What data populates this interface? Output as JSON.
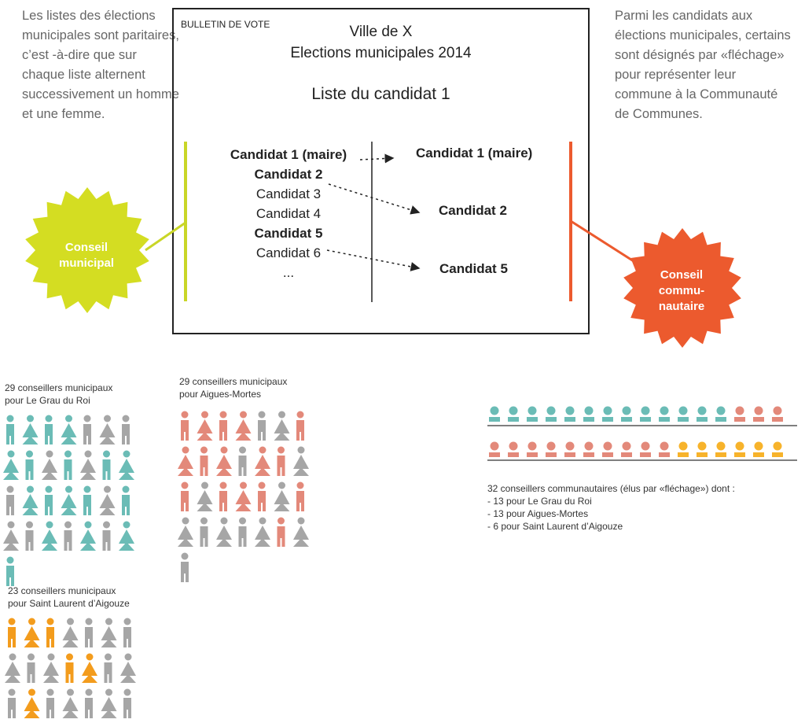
{
  "notes": {
    "left": "Les listes des élections municipales sont paritaires, c’est -à-dire que sur chaque liste alternent successivement un homme et une femme.",
    "right": "Parmi les candidats aux élections municipales, certains sont désignés par «fléchage» pour représenter leur commune à la Communauté de Communes."
  },
  "ballot": {
    "label": "BULLETIN DE VOTE",
    "city": "Ville de X",
    "election": "Elections municipales 2014",
    "list_title": "Liste du candidat 1",
    "candidates": [
      {
        "name": "Candidat 1 (maire)",
        "bold": true
      },
      {
        "name": "Candidat 2",
        "bold": true
      },
      {
        "name": "Candidat 3",
        "bold": false
      },
      {
        "name": "Candidat 4",
        "bold": false
      },
      {
        "name": "Candidat 5",
        "bold": true
      },
      {
        "name": "Candidat 6",
        "bold": false
      },
      {
        "name": "...",
        "bold": false
      }
    ],
    "flagged": [
      "Candidat 1 (maire)",
      "Candidat 2",
      "Candidat 5"
    ]
  },
  "badges": {
    "municipal": {
      "line1": "Conseil",
      "line2": "municipal",
      "color": "#d4dd22"
    },
    "communautaire": {
      "line1": "Conseil",
      "line2": "commu-",
      "line3": "nautaire",
      "color": "#ec5a2e"
    }
  },
  "groups": [
    {
      "title_line1": "29 conseillers municipaux",
      "title_line2": "pour Le Grau du Roi",
      "count": 29,
      "color": "#6bbcb6"
    },
    {
      "title_line1": "29 conseillers municipaux",
      "title_line2": "pour Aigues-Mortes",
      "count": 29,
      "color": "#e3897a"
    },
    {
      "title_line1": "23 conseillers municipaux",
      "title_line2": "pour Saint Laurent d’Aigouze",
      "count": 23,
      "color": "#f39c1d"
    }
  ],
  "community": {
    "summary": "32 conseillers communautaires (élus par «fléchage») dont :",
    "items": [
      "- 13 pour Le Grau du Roi",
      "- 13 pour Aigues-Mortes",
      "- 6 pour Saint Laurent d’Aigouze"
    ],
    "counts": [
      13,
      13,
      6
    ],
    "colors": [
      "#6bbcb6",
      "#e3897a",
      "#f7b32b"
    ]
  },
  "colors": {
    "gray": "#a6a6a6",
    "line_green": "#c9d627",
    "line_red": "#ec5a2e"
  }
}
